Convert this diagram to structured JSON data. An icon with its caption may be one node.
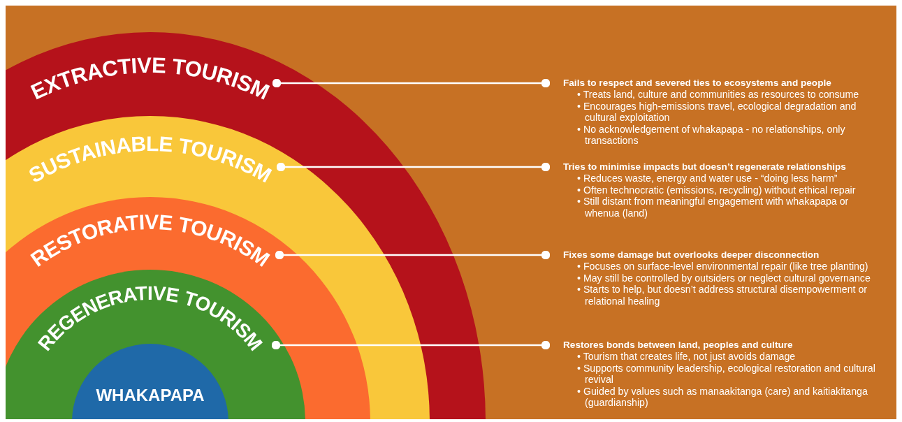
{
  "diagram": {
    "nodes": [
      {
        "text": [
          "EXTRACTIVE TOURISM"
        ]
      },
      {
        "text": [
          "SUSTAINABLE TOURISM"
        ],
        "in": 0
      },
      {
        "text": [
          "RESTORATIVE TOURISM"
        ],
        "in": 1
      },
      {
        "text": [
          "REGENERATIVE TOURISM"
        ],
        "in": 2
      },
      {
        "text": [
          "WHAKAPAPA"
        ],
        "in": 3
      },
      {
        "text": [
          "Fails to respect and severed ties to ecosystems and people",
          "• Treats land, culture and communities as resources to consume",
          "• Encourages high-emissions travel, ecological degradation and cultural exploitation",
          "• No acknowledgement of whakapapa - no relationships, only transactions"
        ]
      },
      {
        "text": [
          "Tries to minimise impacts but doesn’t regenerate relationships",
          "• Reduces waste, energy and water use - “doing less harm”",
          "• Often technocratic (emissions, recycling) without ethical repair",
          "• Still distant from meaningful engagement with whakapapa or whenua (land)"
        ]
      },
      {
        "text": [
          "Fixes some damage but overlooks deeper disconnection",
          "• Focuses on surface-level environmental repair (like tree planting)",
          "• May still be controlled by outsiders or neglect cultural governance",
          "• Starts to help, but doesn’t address structural disempowerment or relational healing"
        ]
      },
      {
        "text": [
          "Restores bonds between land, peoples and culture",
          "• Tourism that creates life, not just avoids damage",
          "• Supports community leadership, ecological restoration and cultural revival",
          "• Guided by values such as manaakitanga (care) and kaitiakitanga (guardianship)"
        ]
      }
    ],
    "edges": [
      {
        "from": 0,
        "to": 5,
        "arrow": "other"
      },
      {
        "from": 1,
        "to": 6,
        "arrow": "other"
      },
      {
        "from": 2,
        "to": 7,
        "arrow": "other"
      },
      {
        "from": 3,
        "to": 8,
        "arrow": "other"
      }
    ]
  }
}
